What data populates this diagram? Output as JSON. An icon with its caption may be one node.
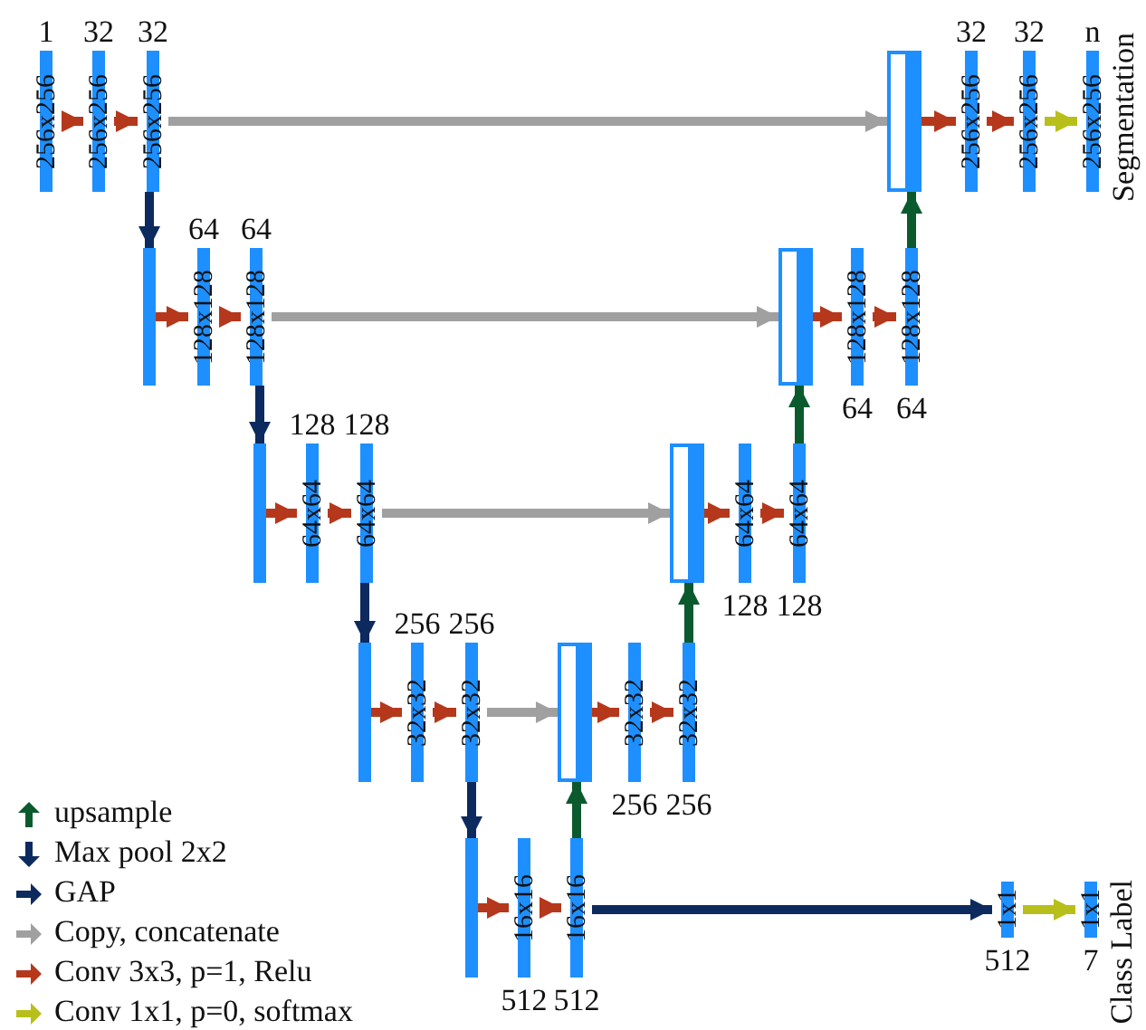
{
  "diagram": {
    "nodes": [
      {
        "text": [
          "256x256"
        ],
        "beside": [
          "1"
        ]
      },
      {
        "text": [
          "256x256"
        ],
        "beside": [
          "32"
        ]
      },
      {
        "text": [
          "256x256"
        ],
        "beside": [
          "32"
        ]
      },
      {
        "text": [],
        "shape": "bar"
      },
      {
        "text": [
          "128x128"
        ],
        "beside": [
          "64"
        ]
      },
      {
        "text": [
          "128x128"
        ],
        "beside": [
          "64"
        ]
      },
      {
        "text": [],
        "shape": "bar"
      },
      {
        "text": [
          "64x64"
        ],
        "beside": [
          "128"
        ]
      },
      {
        "text": [
          "64x64"
        ],
        "beside": [
          "128"
        ]
      },
      {
        "text": [],
        "shape": "bar"
      },
      {
        "text": [
          "32x32"
        ],
        "beside": [
          "256"
        ]
      },
      {
        "text": [
          "32x32"
        ],
        "beside": [
          "256"
        ]
      },
      {
        "text": [],
        "shape": "bar"
      },
      {
        "text": [
          "16x16"
        ],
        "beside": [
          "512"
        ]
      },
      {
        "text": [
          "16x16"
        ],
        "beside": [
          "512"
        ]
      },
      {
        "text": [],
        "shape": "bar"
      },
      {
        "text": [
          "32x32"
        ],
        "beside": [
          "256"
        ]
      },
      {
        "text": [
          "32x32"
        ],
        "beside": [
          "256"
        ]
      },
      {
        "text": [],
        "shape": "bar"
      },
      {
        "text": [
          "64x64"
        ],
        "beside": [
          "128"
        ]
      },
      {
        "text": [
          "64x64"
        ],
        "beside": [
          "128"
        ]
      },
      {
        "text": [],
        "shape": "bar"
      },
      {
        "text": [
          "128x128"
        ],
        "beside": [
          "64"
        ]
      },
      {
        "text": [
          "128x128"
        ],
        "beside": [
          "64"
        ]
      },
      {
        "text": [],
        "shape": "bar"
      },
      {
        "text": [
          "256x256"
        ],
        "beside": [
          "32"
        ]
      },
      {
        "text": [
          "256x256"
        ],
        "beside": [
          "32"
        ]
      },
      {
        "text": [
          "256x256"
        ],
        "beside": [
          "n",
          "Segmentation"
        ]
      },
      {
        "text": [
          "1x1"
        ],
        "beside": [
          "512"
        ]
      },
      {
        "text": [
          "1x1"
        ],
        "beside": [
          "7",
          "Class Label"
        ]
      }
    ],
    "edges": [
      {
        "from": 0,
        "to": 1,
        "arrow": "to"
      },
      {
        "from": 1,
        "to": 2,
        "arrow": "to"
      },
      {
        "from": 2,
        "to": 24,
        "arrow": "to",
        "color": "#a0a0a0"
      },
      {
        "from": 2,
        "to": 3,
        "arrow": "to",
        "color": "#0d2a5e"
      },
      {
        "from": 3,
        "to": 4,
        "arrow": "to"
      },
      {
        "from": 4,
        "to": 5,
        "arrow": "to"
      },
      {
        "from": 5,
        "to": 21,
        "arrow": "to",
        "color": "#a0a0a0"
      },
      {
        "from": 5,
        "to": 6,
        "arrow": "to",
        "color": "#0d2a5e"
      },
      {
        "from": 6,
        "to": 7,
        "arrow": "to"
      },
      {
        "from": 7,
        "to": 8,
        "arrow": "to"
      },
      {
        "from": 8,
        "to": 18,
        "arrow": "to",
        "color": "#a0a0a0"
      },
      {
        "from": 8,
        "to": 9,
        "arrow": "to",
        "color": "#0d2a5e"
      },
      {
        "from": 9,
        "to": 10,
        "arrow": "to"
      },
      {
        "from": 10,
        "to": 11,
        "arrow": "to"
      },
      {
        "from": 11,
        "to": 15,
        "arrow": "to",
        "color": "#a0a0a0"
      },
      {
        "from": 11,
        "to": 12,
        "arrow": "to",
        "color": "#0d2a5e"
      },
      {
        "from": 12,
        "to": 13,
        "arrow": "to"
      },
      {
        "from": 13,
        "to": 14,
        "arrow": "to"
      },
      {
        "from": 14,
        "to": 15,
        "arrow": "to",
        "color": "#0b5a2e"
      },
      {
        "from": 14,
        "to": 28,
        "arrow": "to",
        "color": "#0d2a5e"
      },
      {
        "from": 15,
        "to": 16,
        "arrow": "to"
      },
      {
        "from": 16,
        "to": 17,
        "arrow": "to"
      },
      {
        "from": 17,
        "to": 18,
        "arrow": "to",
        "color": "#0b5a2e"
      },
      {
        "from": 18,
        "to": 19,
        "arrow": "to"
      },
      {
        "from": 19,
        "to": 20,
        "arrow": "to"
      },
      {
        "from": 20,
        "to": 21,
        "arrow": "to",
        "color": "#0b5a2e"
      },
      {
        "from": 21,
        "to": 22,
        "arrow": "to"
      },
      {
        "from": 22,
        "to": 23,
        "arrow": "to"
      },
      {
        "from": 23,
        "to": 24,
        "arrow": "to",
        "color": "#0b5a2e"
      },
      {
        "from": 24,
        "to": 25,
        "arrow": "to"
      },
      {
        "from": 25,
        "to": 26,
        "arrow": "to"
      },
      {
        "from": 26,
        "to": 27,
        "arrow": "to",
        "color": "#b8bf1a"
      },
      {
        "from": 28,
        "to": 29,
        "arrow": "to",
        "color": "#b8bf1a"
      }
    ],
    "legend": [
      {
        "text": "upsample",
        "color": "#0b5a2e"
      },
      {
        "text": "Max pool 2x2",
        "color": "#0d2a5e"
      },
      {
        "text": "GAP",
        "color": "#0d2a5e"
      },
      {
        "text": "Copy, concatenate",
        "color": "#a0a0a0"
      },
      {
        "text": "Conv 3x3, p=1, Relu",
        "color": "#b5381c"
      },
      {
        "text": "Conv 1x1, p=0, softmax",
        "color": "#b8bf1a"
      }
    ]
  }
}
